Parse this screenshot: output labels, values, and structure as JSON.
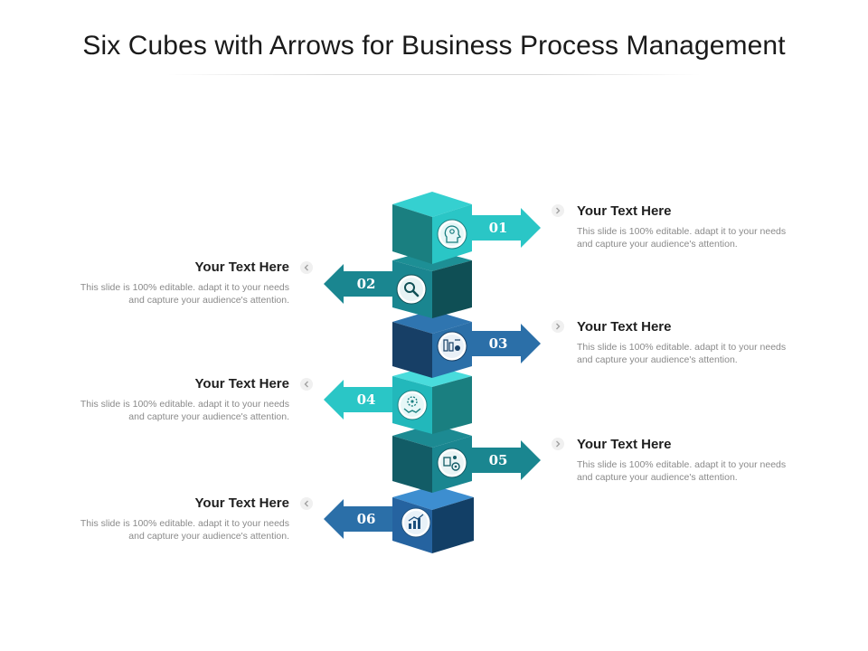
{
  "title": "Six Cubes with Arrows for Business Process Management",
  "colors": {
    "teal_light": "#2ac6c6",
    "teal_dark": "#157a82",
    "blue": "#2b6fa8",
    "navy": "#123f66"
  },
  "steps": [
    {
      "number": "01",
      "side": "right",
      "heading": "Your Text Here",
      "body": "This slide is 100% editable. adapt it to your needs and capture your audience's attention.",
      "icon": "lightbulb-head-icon"
    },
    {
      "number": "02",
      "side": "left",
      "heading": "Your Text Here",
      "body": "This slide is 100% editable. adapt it to your needs and capture your audience's attention.",
      "icon": "magnifier-icon"
    },
    {
      "number": "03",
      "side": "right",
      "heading": "Your Text Here",
      "body": "This slide is 100% editable. adapt it to your needs and capture your audience's attention.",
      "icon": "dashboard-icon"
    },
    {
      "number": "04",
      "side": "left",
      "heading": "Your Text Here",
      "body": "This slide is 100% editable. adapt it to your needs and capture your audience's attention.",
      "icon": "handshake-icon"
    },
    {
      "number": "05",
      "side": "right",
      "heading": "Your Text Here",
      "body": "This slide is 100% editable. adapt it to your needs and capture your audience's attention.",
      "icon": "process-gear-icon"
    },
    {
      "number": "06",
      "side": "left",
      "heading": "Your Text Here",
      "body": "This slide is 100% editable. adapt it to your needs and capture your audience's attention.",
      "icon": "growth-chart-icon"
    }
  ]
}
